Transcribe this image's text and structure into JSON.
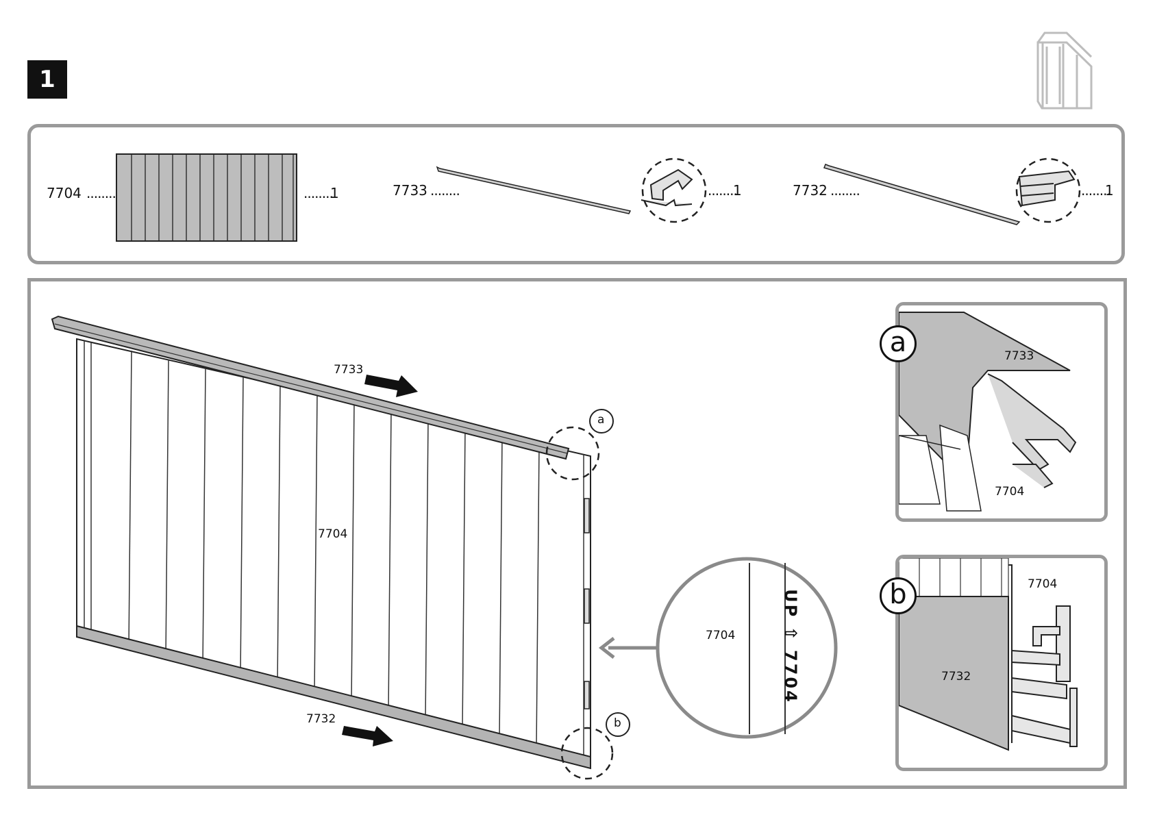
{
  "step": {
    "number": "1"
  },
  "shed_icon": "shed-icon",
  "parts": [
    {
      "id": "7704",
      "dots": "........",
      "qty": "1"
    },
    {
      "id": "7733",
      "dots": "........",
      "qty": "1"
    },
    {
      "id": "7732",
      "dots": "........",
      "qty": "1"
    }
  ],
  "diagram": {
    "top_rail_label": "7733",
    "bottom_rail_label": "7732",
    "panel_label": "7704",
    "callout_a": "a",
    "callout_b": "b"
  },
  "zoom": {
    "panel_label": "7704",
    "stamp_text": "UP ⇧ 7704"
  },
  "detail_a": {
    "letter": "a",
    "rail_label": "7733",
    "panel_label": "7704"
  },
  "detail_b": {
    "letter": "b",
    "panel_label": "7704",
    "rail_label": "7732"
  },
  "colors": {
    "rail_gray": "#b4b4b4",
    "panel_gray": "#c2c2c2",
    "border_gray": "#9a9a9a"
  }
}
